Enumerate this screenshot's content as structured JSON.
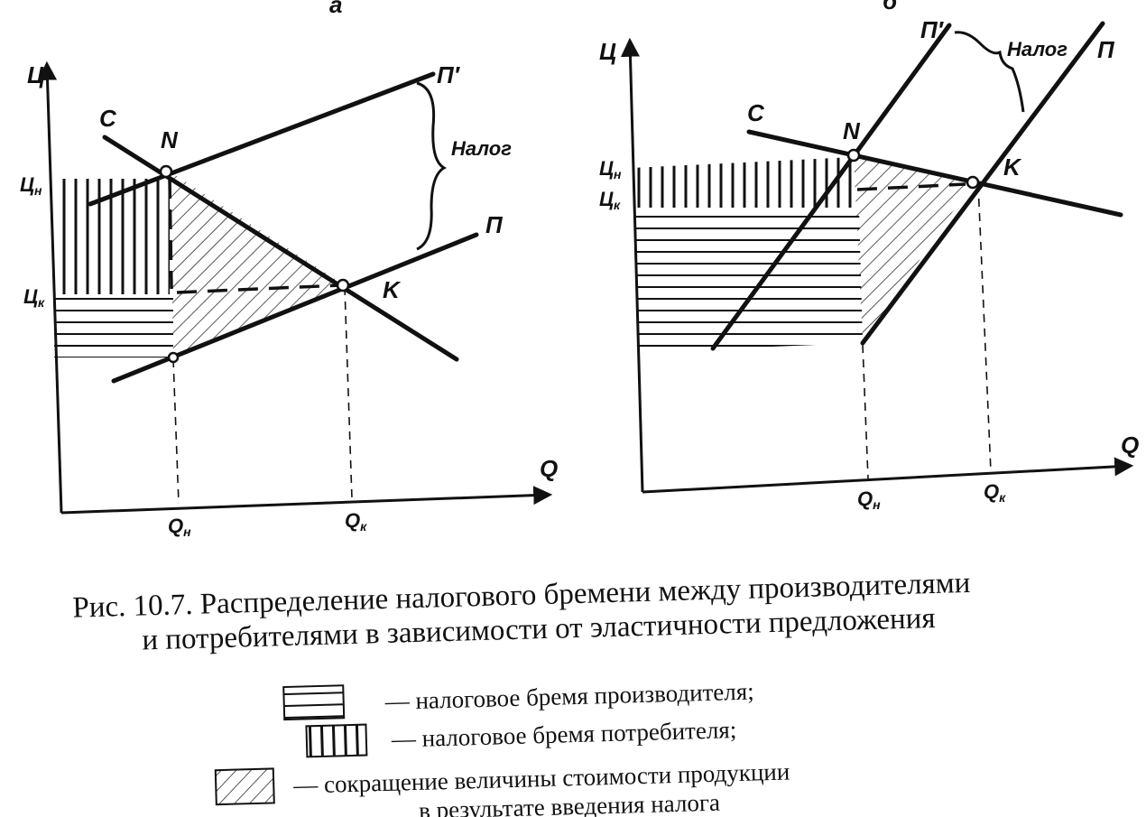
{
  "panels": {
    "a": {
      "panel_label": "а",
      "y_axis": "Ц",
      "x_axis": "Q",
      "curve_demand": "С",
      "curve_supply": "П",
      "curve_supply_taxed": "П′",
      "point_new": "N",
      "point_old": "K",
      "tax_label": "Налог",
      "price_new": {
        "base": "Ц",
        "sub": "н"
      },
      "price_old": {
        "base": "Ц",
        "sub": "к"
      },
      "qty_new": {
        "base": "Q",
        "sub": "н"
      },
      "qty_old": {
        "base": "Q",
        "sub": "к"
      }
    },
    "b": {
      "panel_label": "б",
      "y_axis": "Ц",
      "x_axis": "Q",
      "curve_demand": "С",
      "curve_supply": "П",
      "curve_supply_taxed": "П′",
      "point_new": "N",
      "point_old": "K",
      "tax_label": "Налог",
      "price_new": {
        "base": "Ц",
        "sub": "н"
      },
      "price_old": {
        "base": "Ц",
        "sub": "к"
      },
      "qty_new": {
        "base": "Q",
        "sub": "н"
      },
      "qty_old": {
        "base": "Q",
        "sub": "к"
      }
    }
  },
  "caption": {
    "line1": "Рис. 10.7. Распределение налогового бремени между производителями",
    "line2": "и потребителями в зависимости от эластичности предложения"
  },
  "legend": [
    {
      "pattern": "horizontal",
      "text": "— налоговое бремя производителя;"
    },
    {
      "pattern": "vertical",
      "text": "— налоговое бремя потребителя;"
    },
    {
      "pattern": "diagonal",
      "text": "— сокращение величины стоимости продукции"
    }
  ],
  "legend_continuation": "в результате введения налога",
  "colors": {
    "ink": "#111111",
    "paper": "#ffffff"
  }
}
